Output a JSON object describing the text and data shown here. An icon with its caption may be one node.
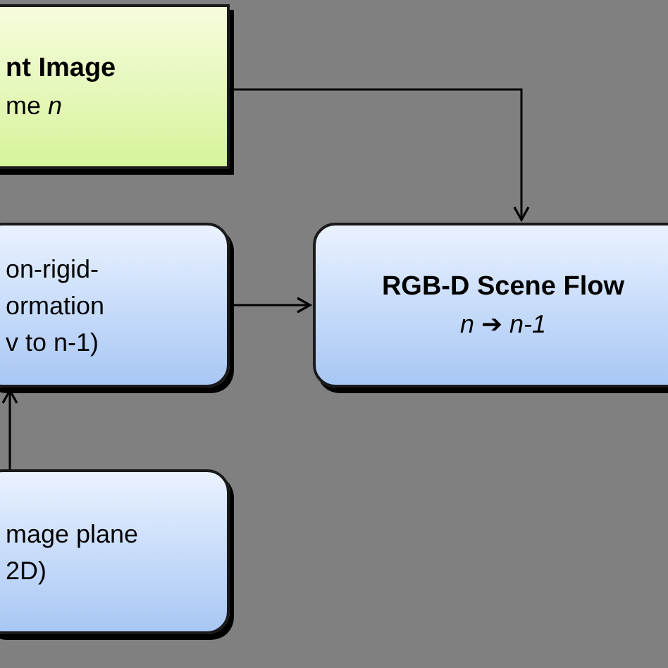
{
  "diagram": {
    "nodes": [
      {
        "text": [
          "nt Image",
          "me *n*"
        ]
      },
      {
        "text": [
          "on-rigid- ormation v to n-1)"
        ]
      },
      {
        "text": [
          "RGB-D Scene Flow",
          "*n* ➔ *n-1*"
        ]
      },
      {
        "text": [
          "mage plane 2D)"
        ]
      }
    ],
    "edges": [
      {
        "from": 0,
        "to": 2,
        "arrow": "to"
      },
      {
        "from": 1,
        "to": 2,
        "arrow": "to"
      },
      {
        "from": 3,
        "to": 1,
        "arrow": "to"
      }
    ]
  }
}
